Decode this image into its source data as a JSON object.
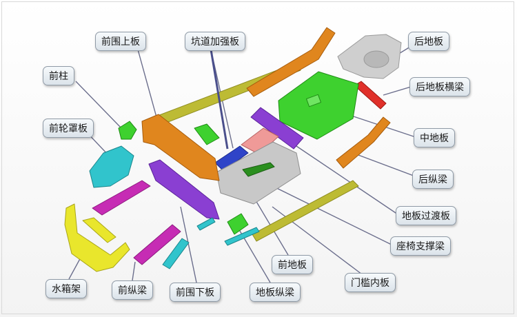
{
  "labels": {
    "front_wall_upper": "前围上板",
    "tunnel_reinforcement": "坑道加强板",
    "rear_floor": "后地板",
    "a_pillar": "前柱",
    "rear_floor_crossmember": "后地板横梁",
    "front_wheelhouse": "前轮罩板",
    "middle_floor": "中地板",
    "rear_rail": "后纵梁",
    "floor_transition": "地板过渡板",
    "seat_crossmember": "座椅支撑梁",
    "front_floor": "前地板",
    "sill_inner": "门槛内板",
    "radiator_support": "水箱架",
    "front_rail": "前纵梁",
    "front_wall_lower": "前围下板",
    "floor_rail": "地板纵梁"
  },
  "colors": {
    "orange": "#e0861e",
    "green": "#3ed12f",
    "cyan": "#31c4cc",
    "magenta": "#c62cb4",
    "purple": "#8a3fd2",
    "yellow": "#e9e62c",
    "olive": "#bdbb34",
    "silver": "#c8c8c8",
    "blue": "#2f44c8",
    "red": "#e0302a",
    "pink": "#ef9a98",
    "dark_green": "#2b8f1f"
  }
}
